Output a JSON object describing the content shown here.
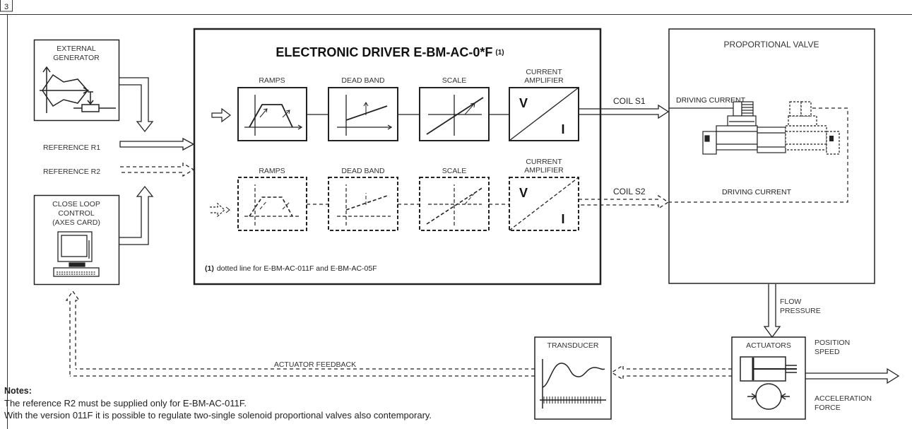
{
  "figure_number": "3",
  "main_driver": {
    "title": "ELECTRONIC DRIVER E-BM-AC-0*F",
    "title_mark": "(1)",
    "footnote_mark": "(1)",
    "footnote_text": "dotted line for  E-BM-AC-011F and E-BM-AC-05F"
  },
  "blocks_upper": {
    "ramps": "RAMPS",
    "dead_band": "DEAD BAND",
    "scale": "SCALE",
    "amp_line1": "CURRENT",
    "amp_line2": "AMPLIFIER",
    "amp_v": "V",
    "amp_i": "I"
  },
  "blocks_lower": {
    "ramps": "RAMPS",
    "dead_band": "DEAD BAND",
    "scale": "SCALE",
    "amp_line1": "CURRENT",
    "amp_line2": "AMPLIFIER",
    "amp_v": "V",
    "amp_i": "I"
  },
  "external_generator": {
    "line1": "EXTERNAL",
    "line2": "GENERATOR"
  },
  "references": {
    "r1": "REFERENCE R1",
    "r2": "REFERENCE R2"
  },
  "close_loop": {
    "line1": "CLOSE LOOP",
    "line2": "CONTROL",
    "line3": "(AXES CARD)"
  },
  "coils": {
    "s1": "COIL S1",
    "s2": "COIL S2"
  },
  "proportional_valve": {
    "title": "PROPORTIONAL VALVE",
    "driving_current_1": "DRIVING CURRENT",
    "driving_current_2": "DRIVING CURRENT"
  },
  "flow_pressure": {
    "line1": "FLOW",
    "line2": "PRESSURE"
  },
  "actuators": {
    "title": "ACTUATORS"
  },
  "position_speed": {
    "line1": "POSITION",
    "line2": "SPEED"
  },
  "acceleration_force": {
    "line1": "ACCELERATION",
    "line2": "FORCE"
  },
  "transducer": {
    "title": "TRANSDUCER"
  },
  "feedback": {
    "label": "ACTUATOR FEEDBACK"
  },
  "notes": {
    "title": "Notes:",
    "line1": "The reference R2 must be supplied only for E-BM-AC-011F.",
    "line2": "With the version 011F it is possible to regulate two-single solenoid proportional valves also contemporary."
  }
}
